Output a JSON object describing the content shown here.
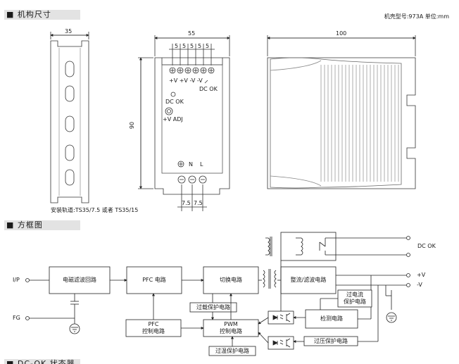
{
  "section_titles": {
    "mechanical": "■ 机构尺寸",
    "block_diagram": "■ 方框图",
    "derating": "■ DC-OK 状态器特性"
  },
  "case_info": "机壳型号:973A 单位:mm",
  "mechanical": {
    "dim_width_left": "35",
    "dim_width_front": "55",
    "dim_depth_side": "100",
    "dim_height": "90",
    "dim_terminal_pitch": [
      "5",
      "5",
      "5",
      "5",
      "5"
    ],
    "dim_bottom_pitch": [
      "7.5",
      "7.5"
    ],
    "terminal_top_label": "+V +V -V -V",
    "dc_ok_label_top": "DC OK",
    "dc_ok_led_label": "DC OK",
    "v_adj_label": "+V ADJ",
    "terminal_bottom_labels": [
      "N",
      "L"
    ],
    "rail_note": "安装轨道:TS35/7.5 或者 TS35/15"
  },
  "block_diagram": {
    "inputs": {
      "ip": "I/P",
      "fg": "FG"
    },
    "blocks": {
      "emi_filter": "电磁滤波回路",
      "pfc": "PFC 电路",
      "switching": "切换电路",
      "rectifier": "整流/滤波电路",
      "pfc_control": [
        "PFC",
        "控制电路"
      ],
      "pwm_control": [
        "PWM",
        "控制电路"
      ],
      "ovp_load": "过载保护电路",
      "detection": "检测电路",
      "overcurrent": [
        "过电流",
        "保护电路"
      ],
      "ov_protect": "过压保护电路",
      "ot_protect": "过温保护电路"
    },
    "outputs": {
      "dc_ok": "DC OK",
      "vplus": "+V",
      "vminus": "-V"
    }
  }
}
